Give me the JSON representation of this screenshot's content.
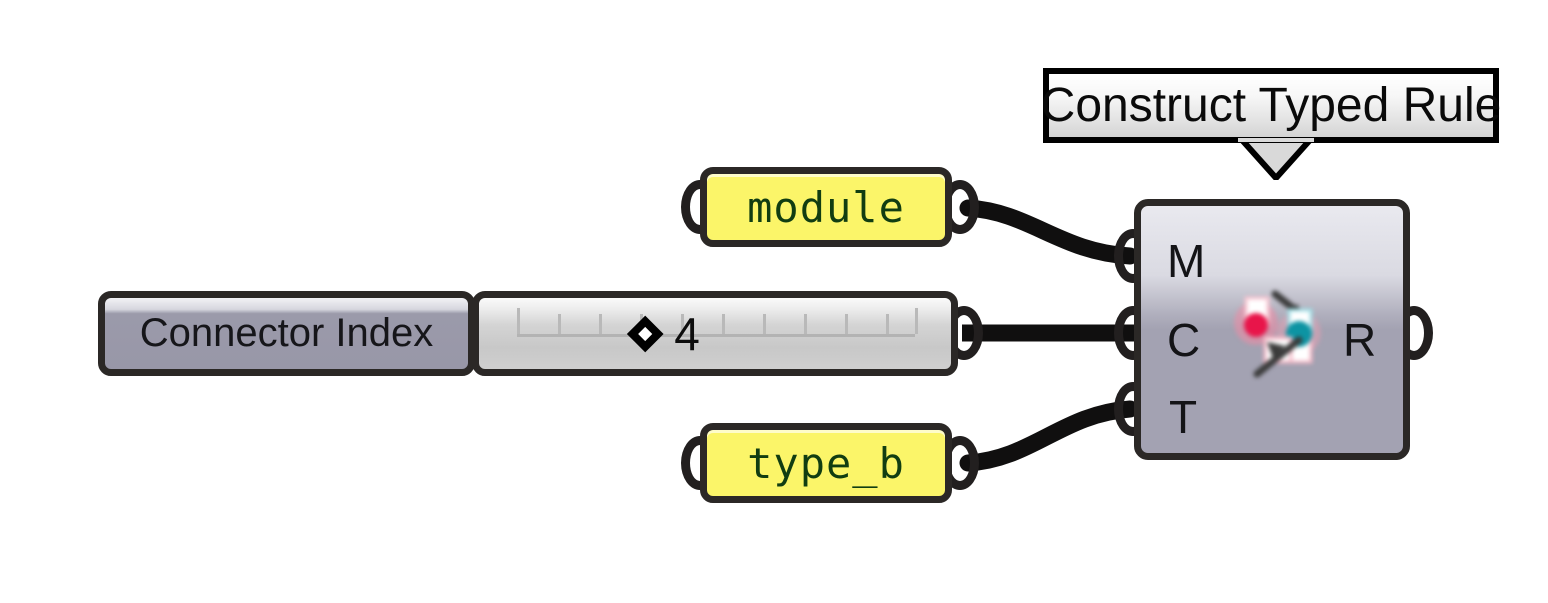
{
  "canvas": {
    "background": "#ffffff",
    "wire_color": "#100f0f",
    "port_color": "#221f1f"
  },
  "tooltip": {
    "text": "Construct Typed Rule",
    "border_color": "#000000",
    "fill_top": "#ffffff",
    "fill_bottom": "#d4d4d4"
  },
  "params": [
    {
      "name": "module",
      "text": "module",
      "fill": "#fbf569",
      "text_color": "#113d11",
      "border": "#2b2826"
    },
    {
      "name": "type_b",
      "text": "type_b",
      "fill": "#fbf569",
      "text_color": "#113d11",
      "border": "#2b2826"
    }
  ],
  "slider": {
    "label": "Connector Index",
    "value": "4",
    "handle_glyph": "diamond",
    "tick_count": 11,
    "label_fill_top": "#f2f2f5",
    "label_fill_bottom": "#9897a8",
    "track_fill_top": "#fafafa",
    "track_fill_bottom": "#cfcfcf",
    "tick_color": "#b9b9b9"
  },
  "node": {
    "title": "Construct Typed Rule",
    "inputs": [
      {
        "key": "M",
        "label": "M"
      },
      {
        "key": "C",
        "label": "C"
      },
      {
        "key": "T",
        "label": "T"
      }
    ],
    "outputs": [
      {
        "key": "R",
        "label": "R"
      }
    ],
    "body_fill": "#a3a2b2",
    "header_fill": "#e9e9ef",
    "border": "#2b2826",
    "icon": {
      "name": "typed-rule-icon",
      "blurred": true,
      "red_dot": "#e8154a",
      "teal_dot": "#0d94a3",
      "square": "#ffffff",
      "arrow": "#3b3b3b",
      "glow_red": "#f06a8a"
    }
  },
  "connections": [
    {
      "from": "module",
      "to": "M"
    },
    {
      "from": "Connector Index",
      "to": "C"
    },
    {
      "from": "type_b",
      "to": "T"
    }
  ]
}
